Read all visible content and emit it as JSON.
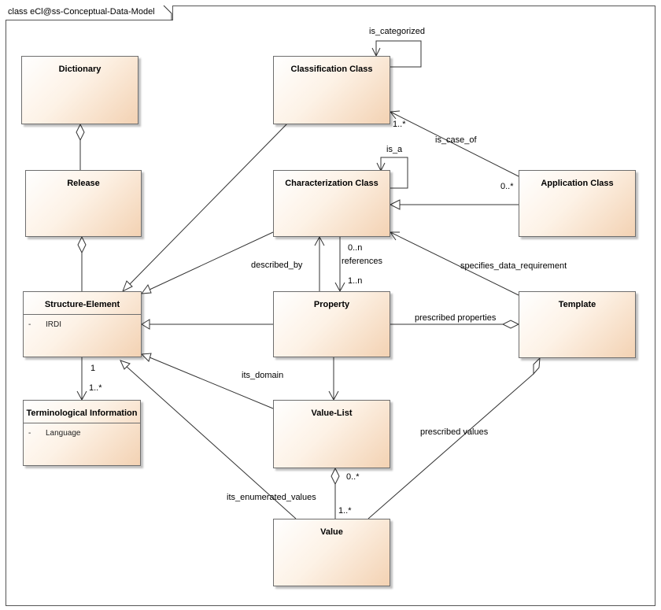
{
  "frame_title": "class eCl@ss-Conceptual-Data-Model",
  "classes": {
    "dictionary": {
      "name": "Dictionary"
    },
    "classification_class": {
      "name": "Classification Class"
    },
    "release": {
      "name": "Release"
    },
    "characterization_class": {
      "name": "Characterization Class"
    },
    "application_class": {
      "name": "Application Class"
    },
    "structure_element": {
      "name": "Structure-Element",
      "attr_vis": "-",
      "attr": "IRDI"
    },
    "property": {
      "name": "Property"
    },
    "template": {
      "name": "Template"
    },
    "terminological_information": {
      "name": "Terminological Information",
      "attr_vis": "-",
      "attr": "Language"
    },
    "value_list": {
      "name": "Value-List"
    },
    "value": {
      "name": "Value"
    }
  },
  "labels": {
    "is_categorized": "is_categorized",
    "is_a": "is_a",
    "is_case_of": "is_case_of",
    "mult_1_star_classification": "1..*",
    "mult_0_star_application": "0..*",
    "described_by": "described_by",
    "mult_0_n": "0..n",
    "references": "references",
    "mult_1_n": "1..n",
    "specifies_data_requirement": "specifies_data_requirement",
    "prescribed_properties": "prescribed properties",
    "mult_1_struct": "1",
    "mult_1_star_term": "1..*",
    "its_domain": "its_domain",
    "prescribed_values": "prescribed values",
    "mult_0_star_value": "0..*",
    "its_enumerated_values": "its_enumerated_values",
    "mult_1_star_value": "1..*"
  }
}
